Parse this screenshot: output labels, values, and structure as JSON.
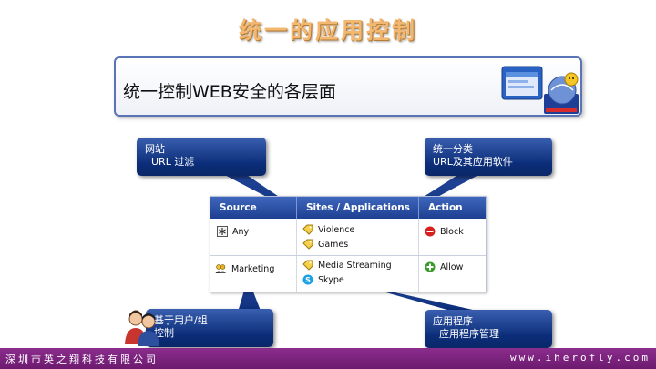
{
  "slide": {
    "title": "统一的应用控制"
  },
  "headline": {
    "text": "统一控制WEB安全的各层面"
  },
  "callouts": {
    "web": {
      "line1": "网站",
      "line2": "  URL 过滤"
    },
    "classify": {
      "line1": "统一分类",
      "line2": "URL及其应用软件"
    },
    "user": {
      "line1": "基于用户/组",
      "line2": "控制"
    },
    "app": {
      "line1": "应用程序",
      "line2": "  应用程序管理"
    }
  },
  "table": {
    "headers": [
      "Source",
      "Sites / Applications",
      "Action"
    ],
    "rows": [
      {
        "source": "Any",
        "items": [
          "Violence",
          "Games"
        ],
        "action": "Block"
      },
      {
        "source": "Marketing",
        "items": [
          "Media Streaming",
          "Skype"
        ],
        "action": "Allow"
      }
    ]
  },
  "footer": {
    "company": "深圳市英之翔科技有限公司",
    "website": "www.iherofly.com"
  },
  "colors": {
    "title": "#f2b872",
    "callout": "#0b2d78",
    "footer": "#7a217c",
    "block": "#d62020",
    "allow": "#3a9a2a"
  },
  "icons": {
    "any": "asterisk-box-icon",
    "marketing": "group-icon",
    "category": "tag-icon",
    "skype": "skype-icon",
    "block": "no-entry-icon",
    "allow": "plus-circle-icon"
  }
}
